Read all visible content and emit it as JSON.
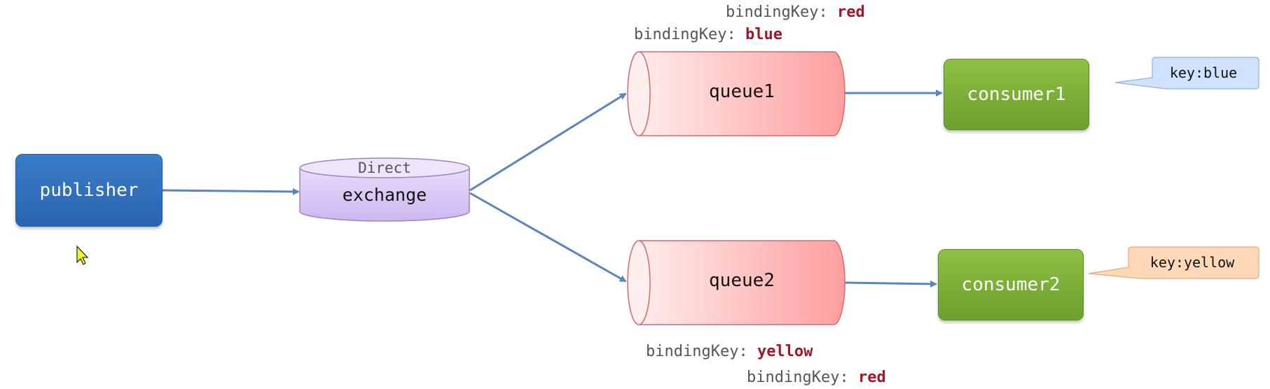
{
  "publisher": {
    "label": "publisher"
  },
  "exchange": {
    "type": "Direct",
    "label": "exchange"
  },
  "queues": [
    {
      "label": "queue1",
      "bindings": [
        "red",
        "blue"
      ]
    },
    {
      "label": "queue2",
      "bindings": [
        "yellow",
        "red"
      ]
    }
  ],
  "consumers": [
    {
      "label": "consumer1",
      "key_note": "key:blue"
    },
    {
      "label": "consumer2",
      "key_note": "key:yellow"
    }
  ],
  "binding_prefix": "bindingKey:",
  "colors": {
    "publisher": "#2f6fba",
    "exchange": "#d9c8f0",
    "queue": "#ffb3b3",
    "consumer": "#7aad36",
    "arrow": "#5b85bd",
    "binding_key": "#a0162b",
    "note_blue": "#cfe2ff",
    "note_orange": "#ffd8b8"
  }
}
